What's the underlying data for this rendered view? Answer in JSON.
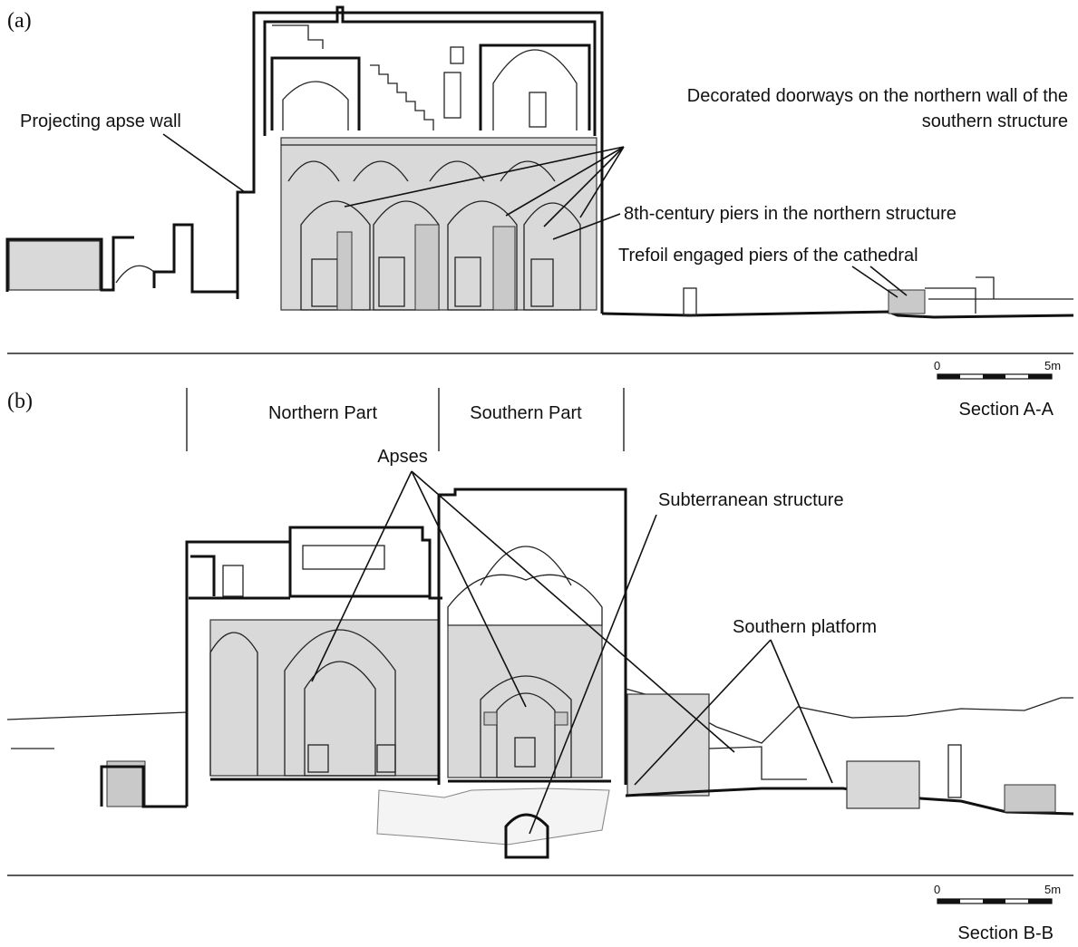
{
  "panel_a": {
    "label": "(a)",
    "annotations": {
      "apse_wall": "Projecting apse wall",
      "doorways_line1": "Decorated doorways on the northern wall of the",
      "doorways_line2": "southern structure",
      "piers": "8th-century piers in the northern structure",
      "trefoil": "Trefoil engaged piers of the cathedral"
    },
    "scale": {
      "start": "0",
      "end": "5m"
    },
    "section": "Section A-A"
  },
  "panel_b": {
    "label": "(b)",
    "parts": {
      "northern": "Northern Part",
      "southern": "Southern Part"
    },
    "annotations": {
      "apses": "Apses",
      "subterranean": "Subterranean structure",
      "platform": "Southern platform"
    },
    "scale": {
      "start": "0",
      "end": "5m"
    },
    "section": "Section B-B"
  },
  "colors": {
    "line": "#111111",
    "masonry": "#d9d9d9",
    "background": "#ffffff"
  }
}
